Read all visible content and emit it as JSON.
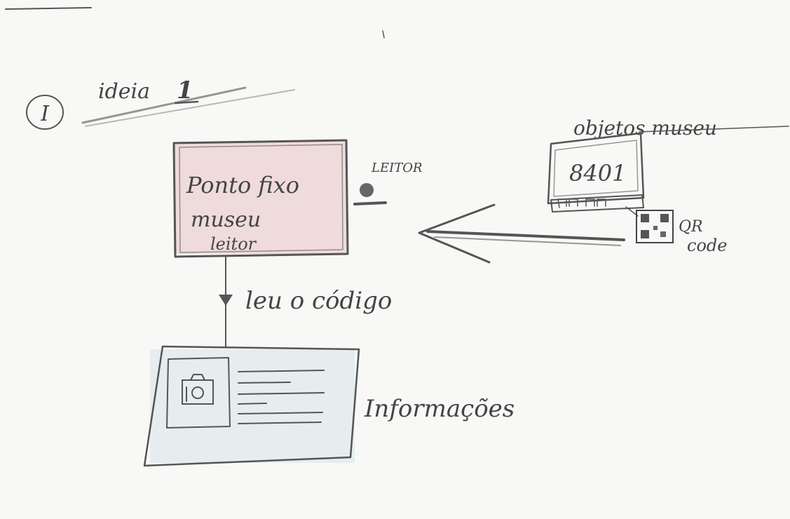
{
  "title": {
    "numeral": "I",
    "label": "ideia",
    "number": "1"
  },
  "fixed_point": {
    "lines": [
      "Ponto fixo",
      "museu",
      "leitor"
    ],
    "reader_label": "LEITOR"
  },
  "museum_object": {
    "caption": "objetos museu",
    "code": "8401",
    "qr_label_line1": "QR",
    "qr_label_line2": "code"
  },
  "flow_label": "leu o código",
  "info_panel": {
    "label": "Informações"
  },
  "colors": {
    "pencil": "#555555",
    "red_shading": "#d9a0a8",
    "blue_shading": "#a9c6d6",
    "paper": "#f8f8f6"
  }
}
